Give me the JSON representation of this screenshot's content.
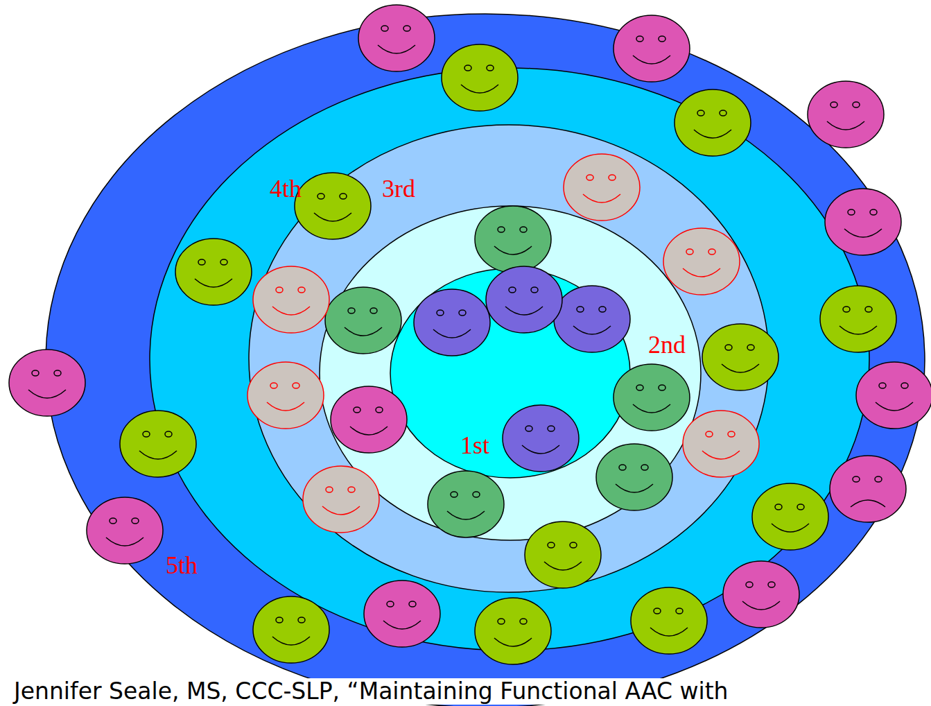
{
  "diagram": {
    "caption": "Jennifer Seale, MS, CCC-SLP, “Maintaining Functional AAC with",
    "nodes": [
      {
        "text": [
          "5th"
        ]
      },
      {
        "text": [
          "4th"
        ],
        "in": 0
      },
      {
        "text": [
          "3rd"
        ],
        "in": 1
      },
      {
        "text": [
          "2nd"
        ],
        "in": 2
      },
      {
        "text": [
          "1st"
        ],
        "in": 3
      }
    ]
  }
}
